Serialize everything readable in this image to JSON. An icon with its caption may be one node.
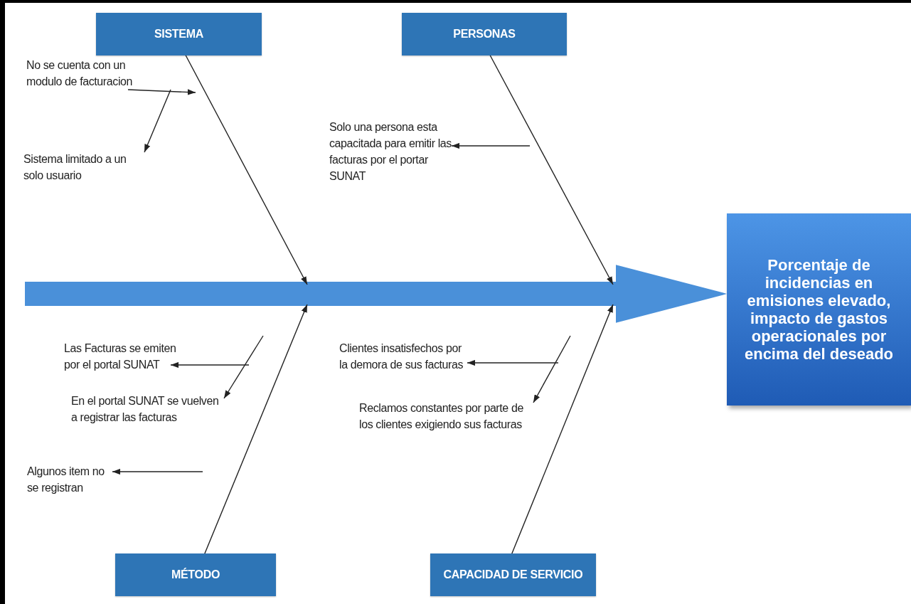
{
  "diagram": {
    "nodes": [
      {
        "text": [
          "SISTEMA"
        ]
      },
      {
        "text": [
          "PERSONAS"
        ]
      },
      {
        "text": [
          "MÉTODO"
        ]
      },
      {
        "text": [
          "CAPACIDAD DE SERVICIO"
        ]
      },
      {
        "text": [
          "Porcentaje de incidencias en emisiones elevado, impacto de gastos operacionales por encima del deseado"
        ]
      },
      {
        "text": [
          "No se cuenta con un modulo de facturacion"
        ]
      },
      {
        "text": [
          "Sistema limitado a un solo usuario"
        ]
      },
      {
        "text": [
          "Solo una persona esta capacitada para emitir las facturas por el portar SUNAT"
        ]
      },
      {
        "text": [
          "Las Facturas se emiten por el portal SUNAT"
        ]
      },
      {
        "text": [
          "En el portal SUNAT se vuelven a registrar las facturas"
        ]
      },
      {
        "text": [
          "Algunos item no se registran"
        ]
      },
      {
        "text": [
          "Clientes insatisfechos por la demora de sus facturas"
        ]
      },
      {
        "text": [
          "Reclamos constantes por parte de los clientes exigiendo sus facturas"
        ]
      }
    ],
    "edges": [
      {
        "from": null,
        "to": 4,
        "arrow": "to",
        "style": "thick",
        "color": "#4a90d9"
      },
      {
        "from": 0,
        "to": null,
        "arrow": "to"
      },
      {
        "from": 1,
        "to": null,
        "arrow": "to"
      },
      {
        "from": 2,
        "to": null,
        "arrow": "to"
      },
      {
        "from": 3,
        "to": null,
        "arrow": "to"
      },
      {
        "from": 5,
        "to": null,
        "arrow": "to"
      },
      {
        "from": 5,
        "to": 6,
        "arrow": "to"
      },
      {
        "from": null,
        "to": 7,
        "arrow": "to"
      },
      {
        "from": null,
        "to": 8,
        "arrow": "to"
      },
      {
        "from": null,
        "to": 9,
        "arrow": "to"
      },
      {
        "from": null,
        "to": 10,
        "arrow": "to"
      },
      {
        "from": null,
        "to": 11,
        "arrow": "to"
      },
      {
        "from": null,
        "to": 12,
        "arrow": "to"
      }
    ]
  }
}
